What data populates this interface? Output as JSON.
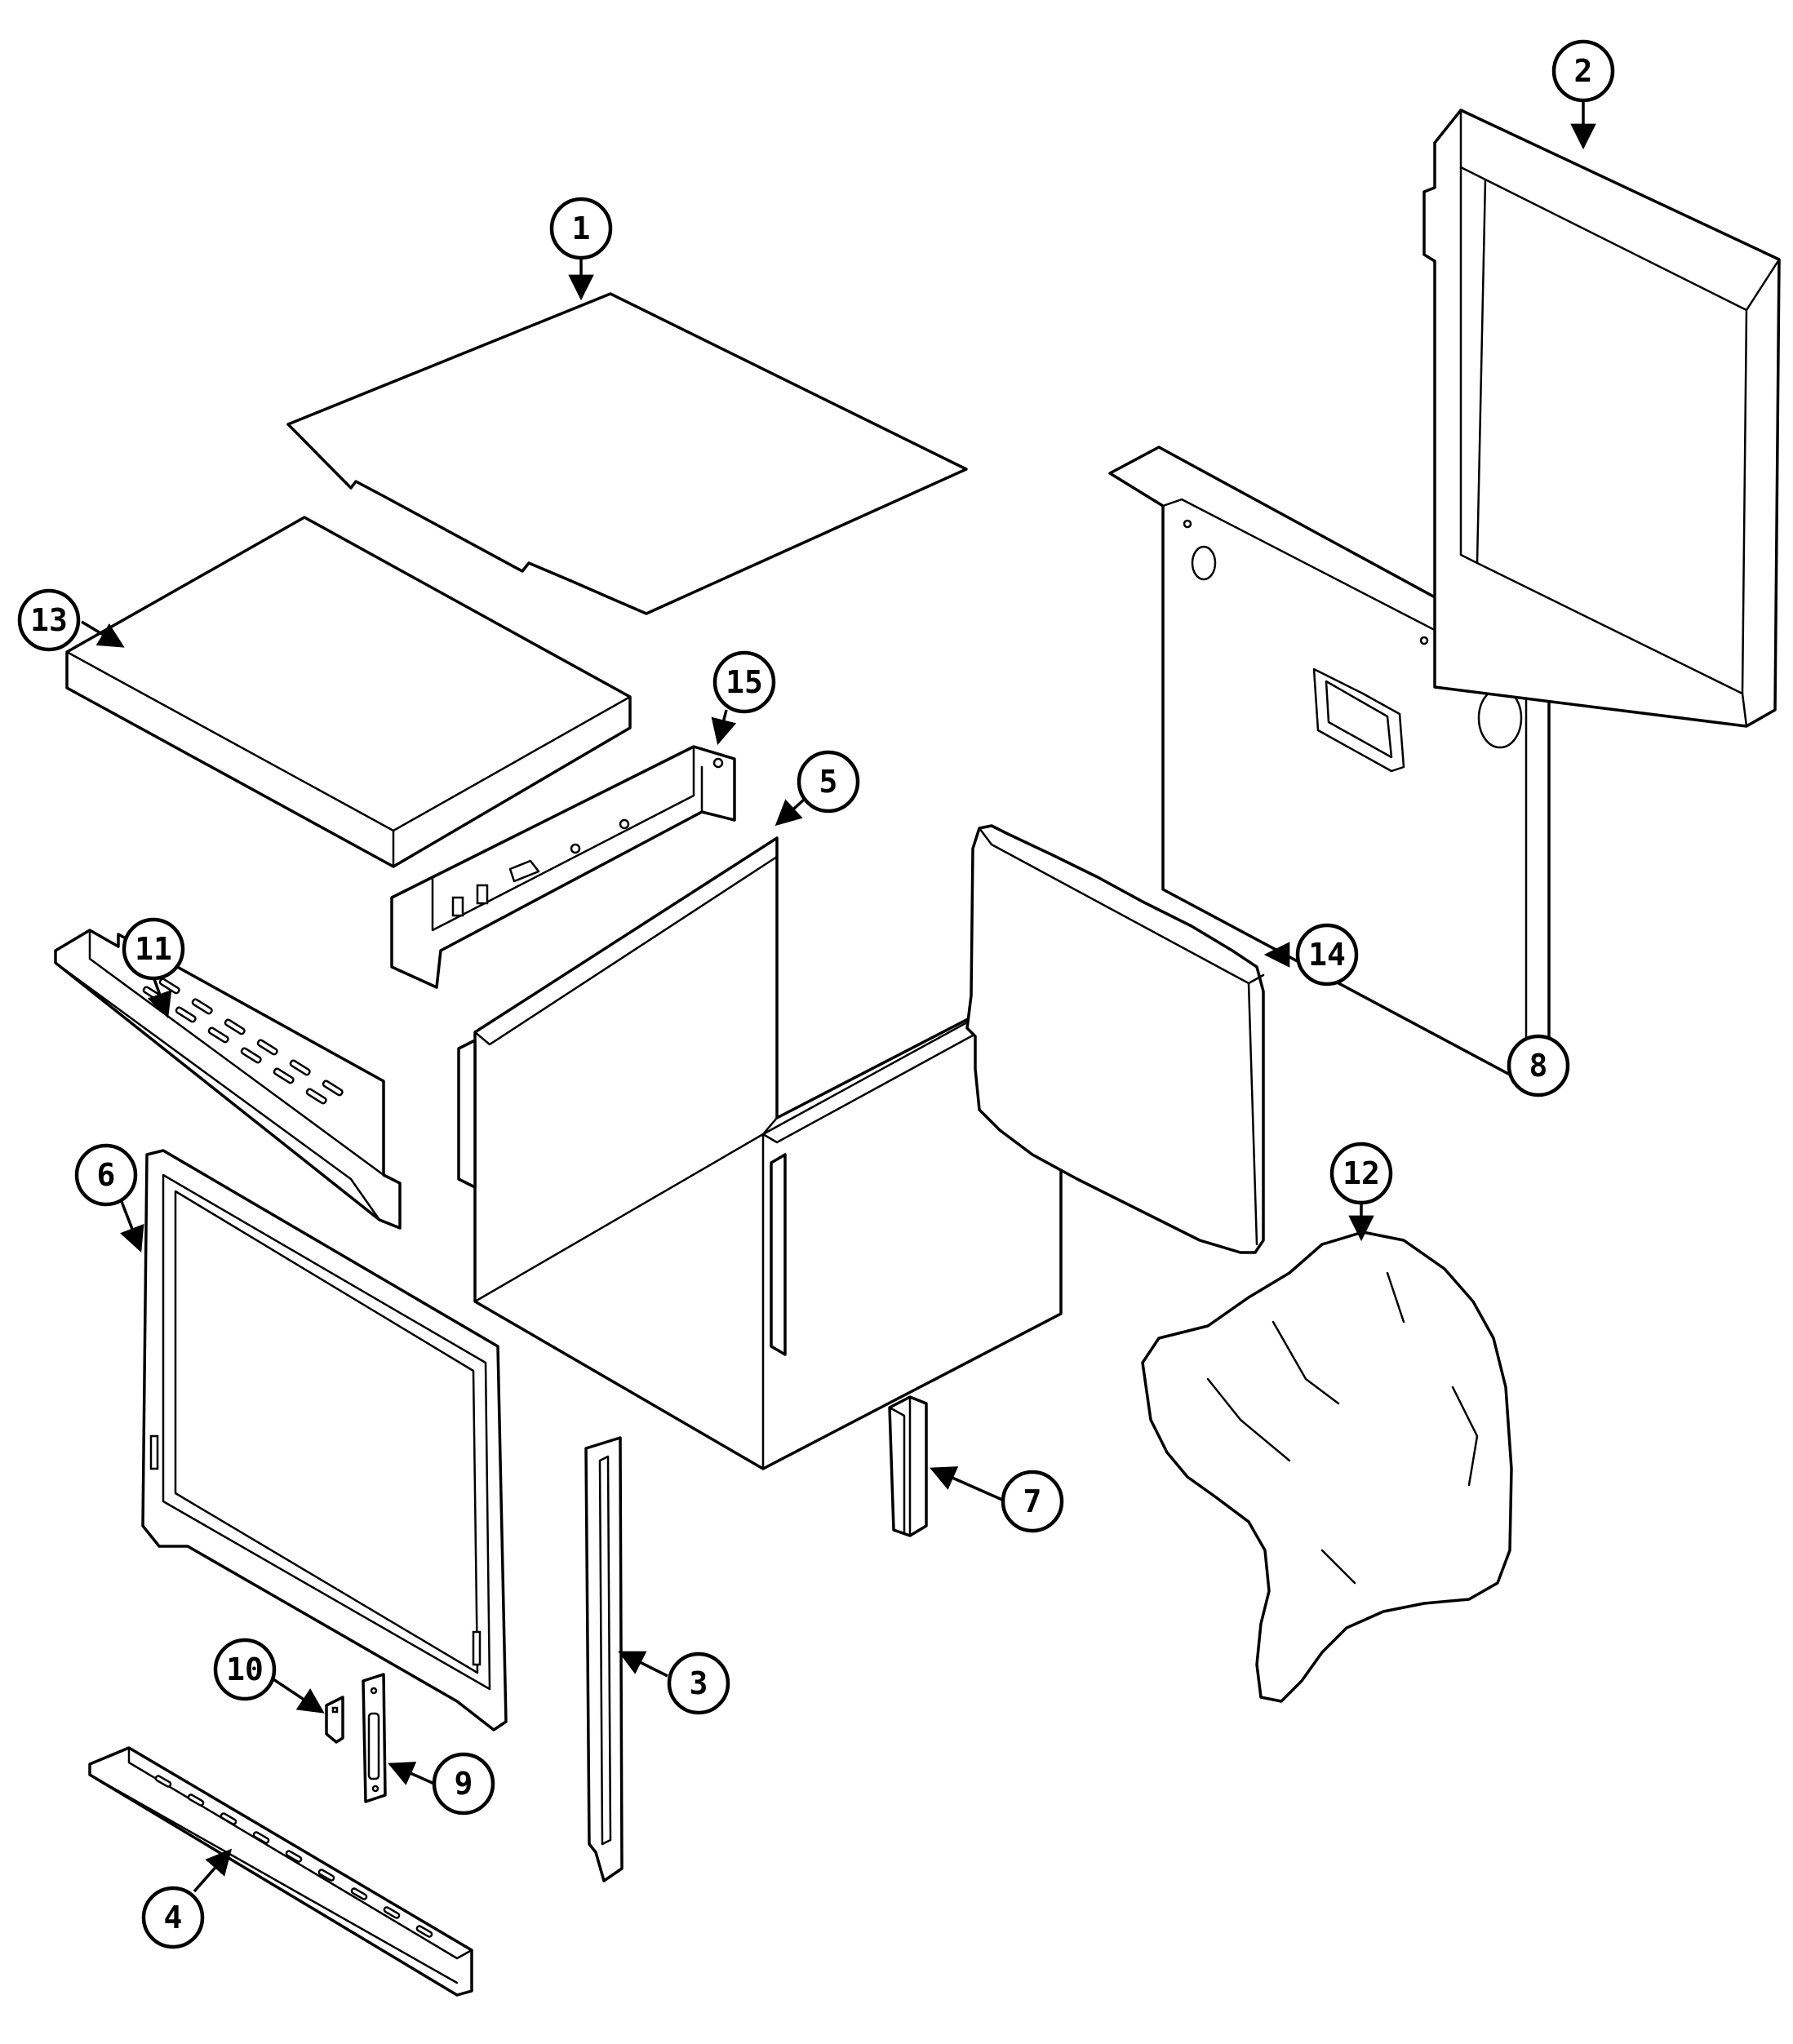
{
  "colors": {
    "line": "#000000",
    "fill": "#ffffff"
  },
  "callouts": [
    {
      "id": "p1",
      "label": "1"
    },
    {
      "id": "p2",
      "label": "2"
    },
    {
      "id": "p3",
      "label": "3"
    },
    {
      "id": "p4",
      "label": "4"
    },
    {
      "id": "p5",
      "label": "5"
    },
    {
      "id": "p6",
      "label": "6"
    },
    {
      "id": "p7",
      "label": "7"
    },
    {
      "id": "p8",
      "label": "8"
    },
    {
      "id": "p9",
      "label": "9"
    },
    {
      "id": "p10",
      "label": "10"
    },
    {
      "id": "p11",
      "label": "11"
    },
    {
      "id": "p12",
      "label": "12"
    },
    {
      "id": "p13",
      "label": "13"
    },
    {
      "id": "p14",
      "label": "14"
    },
    {
      "id": "p15",
      "label": "15"
    }
  ]
}
